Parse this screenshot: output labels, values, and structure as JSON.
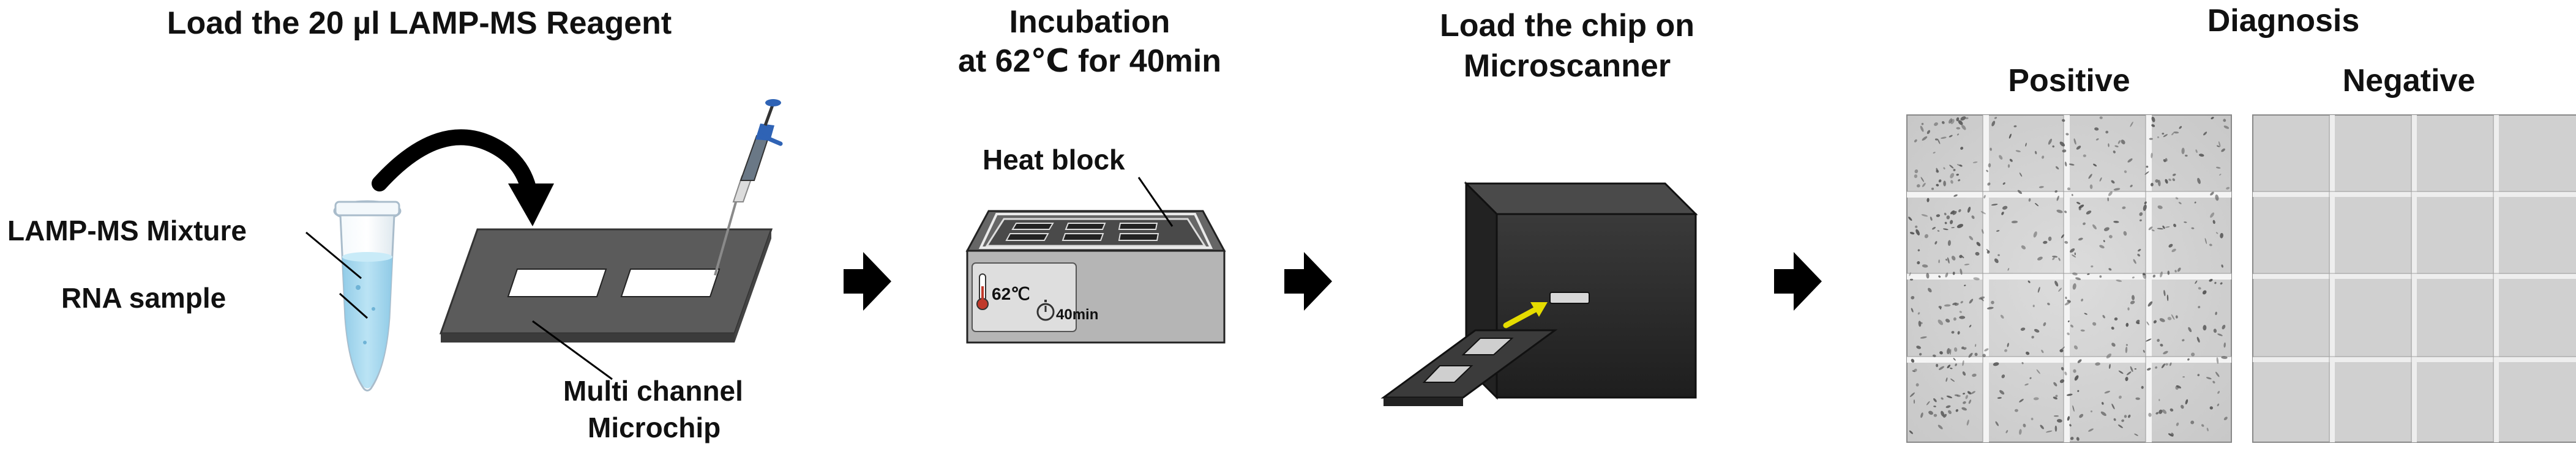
{
  "steps": {
    "load": {
      "title": "Load the 20 µl LAMP-MS Reagent",
      "mixture_label": "LAMP-MS Mixture",
      "sample_label": "RNA sample",
      "chip_label_line1": "Multi channel",
      "chip_label_line2": "Microchip"
    },
    "incubation": {
      "title_line1": "Incubation",
      "title_line2": "at 62℃ for 40min",
      "heat_block_label": "Heat block",
      "temp_display": "62℃",
      "time_display": "40min"
    },
    "scan": {
      "title_line1": "Load the chip on",
      "title_line2": "Microscanner"
    },
    "diagnosis": {
      "title": "Diagnosis",
      "positive_label": "Positive",
      "negative_label": "Negative"
    }
  },
  "colors": {
    "arrow": "#000000",
    "liquid": "#9ed3ec",
    "device_dark": "#2b2b2b",
    "yellow_arrow": "#e5dc00",
    "micrograph_bg": "#d2d2d2"
  }
}
